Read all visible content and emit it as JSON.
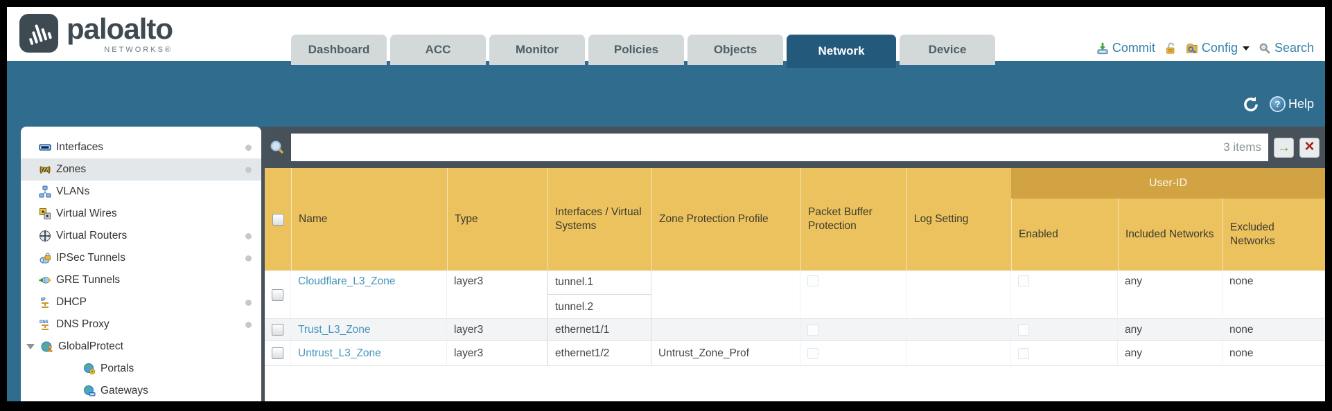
{
  "brand": {
    "logo_text": "paloalto",
    "logo_subtext": "NETWORKS®"
  },
  "nav": {
    "tabs": [
      {
        "label": "Dashboard",
        "active": false
      },
      {
        "label": "ACC",
        "active": false
      },
      {
        "label": "Monitor",
        "active": false
      },
      {
        "label": "Policies",
        "active": false
      },
      {
        "label": "Objects",
        "active": false
      },
      {
        "label": "Network",
        "active": true
      },
      {
        "label": "Device",
        "active": false
      }
    ]
  },
  "header_actions": {
    "commit": "Commit",
    "config": "Config",
    "search": "Search"
  },
  "utility": {
    "help_label": "Help"
  },
  "sidebar": {
    "items": [
      {
        "label": "Interfaces",
        "dot": true,
        "selected": false
      },
      {
        "label": "Zones",
        "dot": true,
        "selected": true
      },
      {
        "label": "VLANs",
        "dot": false,
        "selected": false
      },
      {
        "label": "Virtual Wires",
        "dot": false,
        "selected": false
      },
      {
        "label": "Virtual Routers",
        "dot": true,
        "selected": false
      },
      {
        "label": "IPSec Tunnels",
        "dot": true,
        "selected": false
      },
      {
        "label": "GRE Tunnels",
        "dot": false,
        "selected": false
      },
      {
        "label": "DHCP",
        "dot": true,
        "selected": false
      },
      {
        "label": "DNS Proxy",
        "dot": true,
        "selected": false
      },
      {
        "label": "GlobalProtect",
        "dot": false,
        "selected": false,
        "expanded": true
      },
      {
        "label": "Portals",
        "dot": false,
        "selected": false,
        "child": true
      },
      {
        "label": "Gateways",
        "dot": false,
        "selected": false,
        "child": true
      }
    ]
  },
  "toolbar": {
    "search_value": "",
    "search_placeholder": "",
    "items_count": "3 items"
  },
  "table": {
    "group_header": "User-ID",
    "columns": [
      "Name",
      "Type",
      "Interfaces / Virtual Systems",
      "Zone Protection Profile",
      "Packet Buffer Protection",
      "Log Setting",
      "Enabled",
      "Included Networks",
      "Excluded Networks"
    ],
    "rows": [
      {
        "name": "Cloudflare_L3_Zone",
        "type": "layer3",
        "interfaces": [
          "tunnel.1",
          "tunnel.2"
        ],
        "zone_protection_profile": "",
        "packet_buffer_protection": false,
        "log_setting": "",
        "user_id_enabled": false,
        "included_networks": "any",
        "excluded_networks": "none"
      },
      {
        "name": "Trust_L3_Zone",
        "type": "layer3",
        "interfaces": [
          "ethernet1/1"
        ],
        "zone_protection_profile": "",
        "packet_buffer_protection": false,
        "log_setting": "",
        "user_id_enabled": false,
        "included_networks": "any",
        "excluded_networks": "none"
      },
      {
        "name": "Untrust_L3_Zone",
        "type": "layer3",
        "interfaces": [
          "ethernet1/2"
        ],
        "zone_protection_profile": "Untrust_Zone_Prof",
        "packet_buffer_protection": false,
        "log_setting": "",
        "user_id_enabled": false,
        "included_networks": "any",
        "excluded_networks": "none"
      }
    ]
  },
  "colors": {
    "teal_band": "#2f6c8e",
    "active_tab": "#235a7c",
    "table_header_gold": "#ecc25e",
    "user_id_band_gold": "#d2a343",
    "header_link_blue": "#3481ab",
    "row_link_blue": "#4595be",
    "toolbar_slate": "#47515a"
  }
}
